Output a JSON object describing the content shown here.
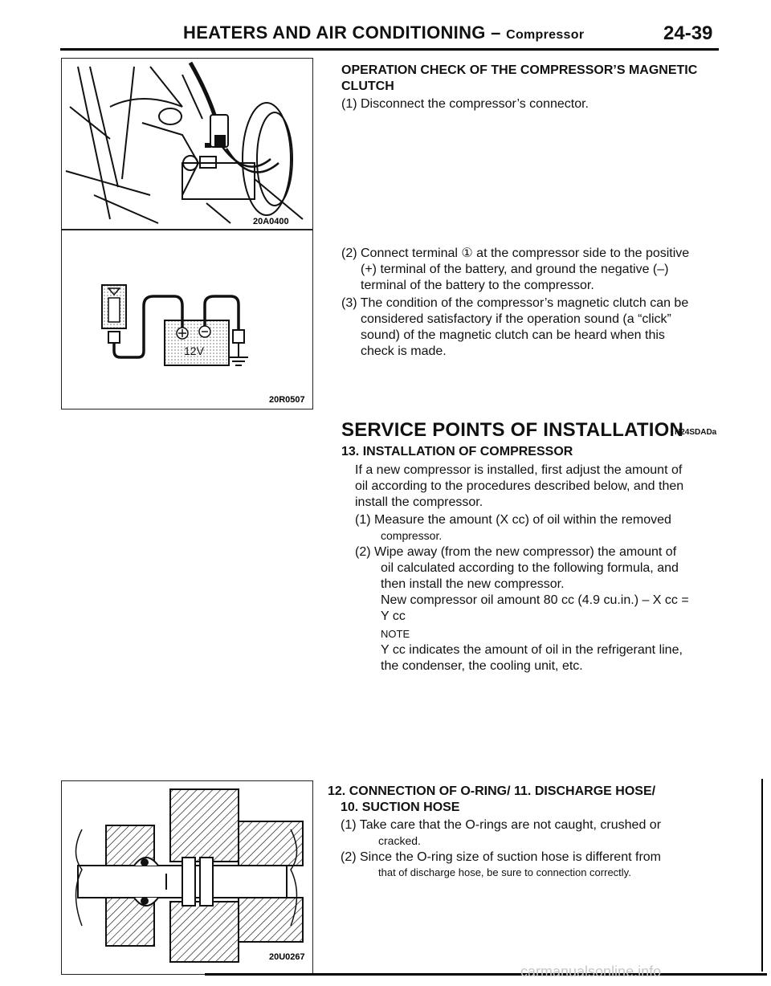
{
  "header": {
    "title_main": "HEATERS AND AIR CONDITIONING",
    "title_sep": "–",
    "title_sub": "Compressor",
    "page_number": "24-39"
  },
  "figures": {
    "fig1_code": "20A0400",
    "fig2_code": "20R0507",
    "fig2_battery_label": "12V",
    "fig3_code": "20U0267"
  },
  "section1": {
    "title_line1": "OPERATION CHECK OF THE COMPRESSOR’S MAGNETIC",
    "title_line2": "CLUTCH",
    "step1": "(1) Disconnect the compressor’s connector.",
    "step2_l1": "(2) Connect terminal ① at the compressor side to the positive",
    "step2_l2": "(+) terminal of the battery, and ground the negative (–)",
    "step2_l3": "terminal of the battery to the compressor.",
    "step3_l1": "(3) The condition of the compressor’s magnetic clutch can be",
    "step3_l2": "considered satisfactory if the operation sound (a “click”",
    "step3_l3": "sound) of the magnetic clutch can be heard when this",
    "step3_l4": "check is made."
  },
  "section2": {
    "title": "SERVICE POINTS OF INSTALLATION",
    "code": "N24SDADa",
    "sub_title": "13. INSTALLATION OF COMPRESSOR",
    "intro_l1": "If a new compressor is installed, first adjust the amount of",
    "intro_l2": "oil according to the procedures described below, and then",
    "intro_l3": "install the compressor.",
    "step1_l1": "(1) Measure the amount (X cc) of oil within the removed",
    "step1_l2": "compressor.",
    "step2_l1": "(2) Wipe away (from the new compressor) the amount of",
    "step2_l2": "oil calculated according to the following formula, and",
    "step2_l3": "then install the new compressor.",
    "formula_l1": "New compressor oil amount 80 cc (4.9 cu.in.) – X cc =",
    "formula_l2": "Y cc",
    "note_label": "NOTE",
    "note_l1": "Y cc indicates the amount of oil in the refrigerant line,",
    "note_l2": "the condenser, the cooling unit, etc."
  },
  "section3": {
    "title_l1": "12. CONNECTION OF O-RING/ 11. DISCHARGE HOSE/",
    "title_l2": "10. SUCTION HOSE",
    "step1_l1": "(1) Take care that the O-rings are not caught, crushed or",
    "step1_l2": "cracked.",
    "step2_l1": "(2) Since the O-ring size of suction hose is different from",
    "step2_l2": "that of discharge hose, be sure to connection correctly."
  },
  "watermark": "carmanualsonline.info"
}
